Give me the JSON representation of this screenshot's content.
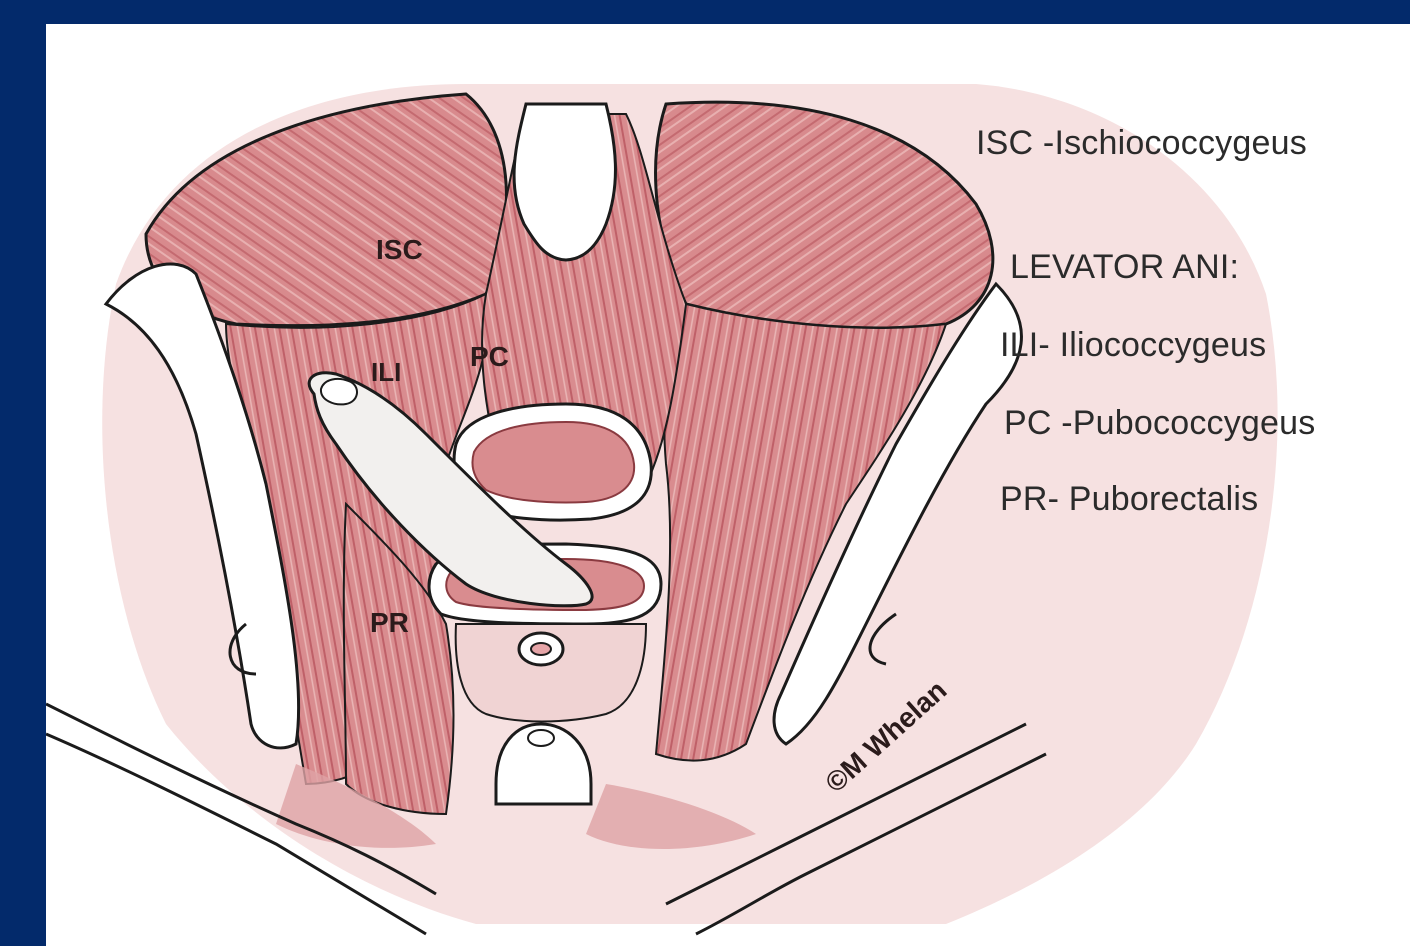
{
  "colors": {
    "slide_background": "#032a6b",
    "canvas": "#ffffff",
    "muscle": "#d98e8e",
    "muscle_dark": "#b45a5f",
    "outline": "#1b1b1b",
    "legend_text": "#2b2b2b"
  },
  "diagram": {
    "labels": {
      "isc": "ISC",
      "ili": "ILI",
      "pc": "PC",
      "pr": "PR"
    },
    "credit": "©M Whelan"
  },
  "legend": {
    "isc": "ISC -Ischiococcygeus",
    "levator_heading": "LEVATOR ANI:",
    "ili": "ILI- Iliococcygeus",
    "pc": "PC -Pubococcygeus",
    "pr": "PR- Puborectalis"
  }
}
